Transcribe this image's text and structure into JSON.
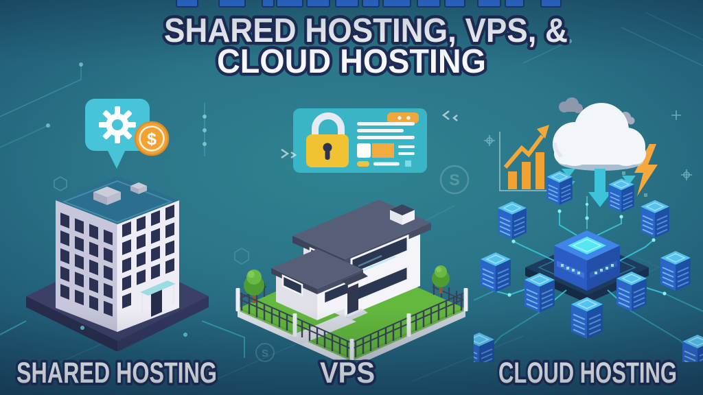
{
  "header": {
    "title_line1": "SHARED HOSTING, VPS, &",
    "title_line2": "CLOUD HOSTING"
  },
  "sections": {
    "shared_hosting": {
      "label": "SHARED HOSTING",
      "illustration": "isometric-office-building-on-platform",
      "icons": [
        "speech-bubble-icon",
        "gear-icon",
        "dollar-coin-icon"
      ]
    },
    "vps": {
      "label": "VPS",
      "illustration": "isometric-private-house-with-lawn-and-fence",
      "icons": [
        "secure-webpage-card-icon",
        "padlock-icon"
      ]
    },
    "cloud_hosting": {
      "label": "CLOUD HOSTING",
      "illustration": "cloud-over-server-network-hub",
      "icons": [
        "cloud-icon",
        "small-cloud-icon",
        "download-arrow-icon",
        "growth-chart-icon",
        "lightning-bolt-icon",
        "server-tower-icon",
        "hub-chip-icon"
      ]
    }
  },
  "glyphs": {
    "dollar": "$",
    "s_watermark": "S"
  },
  "colors": {
    "background_center_teal": "#2f8391",
    "background_edge_navy": "#142f4b",
    "title_fill": "#f7f9fd",
    "title_outline": "#1e2c55",
    "cutoff_text_blue": "#2f72dd",
    "circuit_cyan": "#5fd6de",
    "bubble_teal": "#47c4d7",
    "coin_orange": "#f1a233",
    "building_roof_teal": "#2c6e8d",
    "building_wall_light": "#eeedf5",
    "building_wall_shade": "#c7c6da",
    "window_navy": "#2a3152",
    "platform_navy": "#3b4066",
    "lawn_green": "#63b83d",
    "card_teal": "#3ab5c6",
    "padlock_yellow": "#f1c232",
    "roof_slate": "#575e78",
    "cloud_white": "#f2f5fa",
    "accent_orange": "#f0a235",
    "server_blue": "#2a66c8",
    "server_top_cyan": "#56c2ee",
    "trace_cyan": "#35ccde"
  }
}
